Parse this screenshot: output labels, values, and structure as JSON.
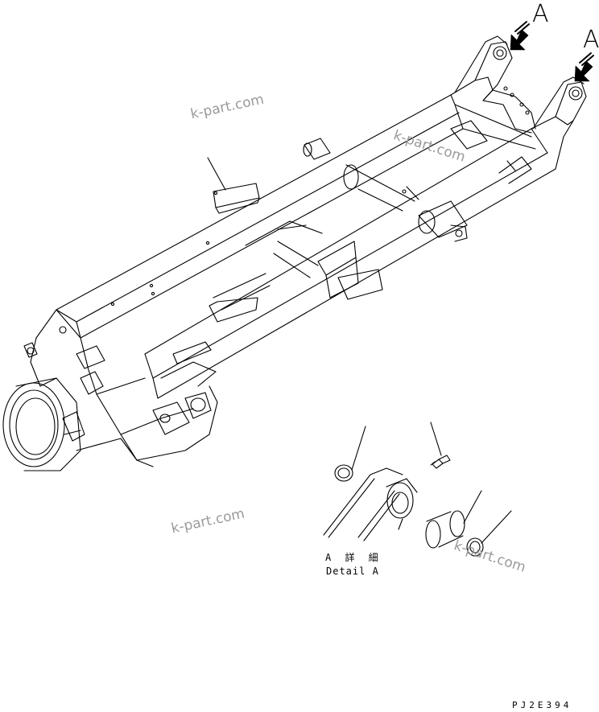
{
  "view_labels": {
    "arrow_a_1": "A",
    "arrow_a_2": "A"
  },
  "detail": {
    "title_ja": "A 詳 細",
    "title_en": "Detail A"
  },
  "part_code": "PJ2E394",
  "watermarks": [
    "k-part.com",
    "k-part.com",
    "k-part.com",
    "k-part.com"
  ]
}
